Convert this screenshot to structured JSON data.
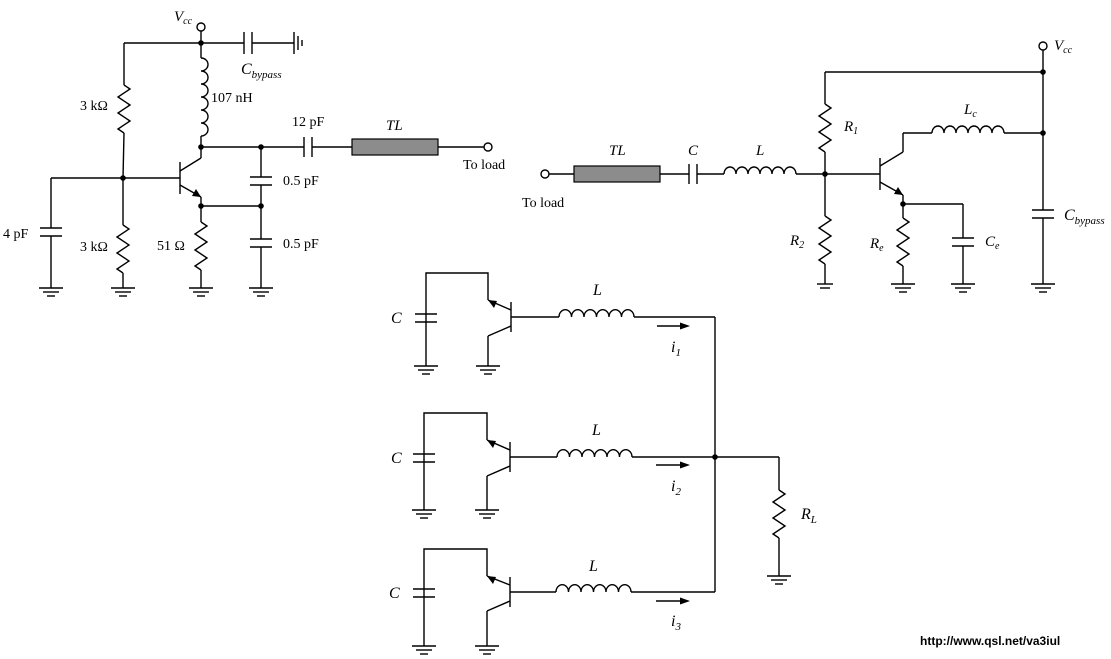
{
  "left_circuit": {
    "vcc": {
      "base": "V",
      "sub": "cc"
    },
    "cbypass": {
      "base": "C",
      "sub": "bypass"
    },
    "l_collector": "107 nH",
    "r_top": "3 kΩ",
    "r_bottom": "3 kΩ",
    "r_emitter": "51 Ω",
    "c_in": "4 pF",
    "c_out": "12 pF",
    "c_fb1": "0.5 pF",
    "c_fb2": "0.5 pF",
    "tl": "TL",
    "to_load": "To load"
  },
  "right_circuit": {
    "vcc": {
      "base": "V",
      "sub": "cc"
    },
    "tl": "TL",
    "c": "C",
    "l": "L",
    "r1": {
      "base": "R",
      "sub": "1"
    },
    "r2": {
      "base": "R",
      "sub": "2"
    },
    "lc": {
      "base": "L",
      "sub": "c"
    },
    "re": {
      "base": "R",
      "sub": "e"
    },
    "ce": {
      "base": "C",
      "sub": "e"
    },
    "cbypass": {
      "base": "C",
      "sub": "bypass"
    },
    "to_load": "To load"
  },
  "combiner_circuit": {
    "c_labels": [
      "C",
      "C",
      "C"
    ],
    "l_labels": [
      "L",
      "L",
      "L"
    ],
    "currents": [
      {
        "base": "i",
        "sub": "1"
      },
      {
        "base": "i",
        "sub": "2"
      },
      {
        "base": "i",
        "sub": "3"
      }
    ],
    "rl": {
      "base": "R",
      "sub": "L"
    }
  },
  "footer": {
    "url": "http://www.qsl.net/va3iul"
  }
}
